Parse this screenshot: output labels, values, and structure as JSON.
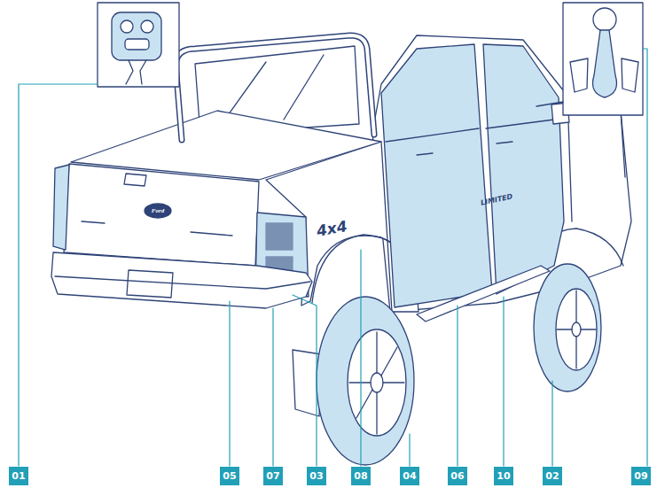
{
  "diagram": {
    "nodes": [
      {
        "text": [
          "01"
        ]
      },
      {
        "text": [
          "05"
        ]
      },
      {
        "text": [
          "07"
        ]
      },
      {
        "text": [
          "03"
        ]
      },
      {
        "text": [
          "08"
        ]
      },
      {
        "text": [
          "04"
        ]
      },
      {
        "text": [
          "06"
        ]
      },
      {
        "text": [
          "10"
        ]
      },
      {
        "text": [
          "02"
        ]
      },
      {
        "text": [
          "09"
        ]
      }
    ],
    "labels": [
      "4x4",
      "LIMITED",
      "Ford"
    ]
  }
}
